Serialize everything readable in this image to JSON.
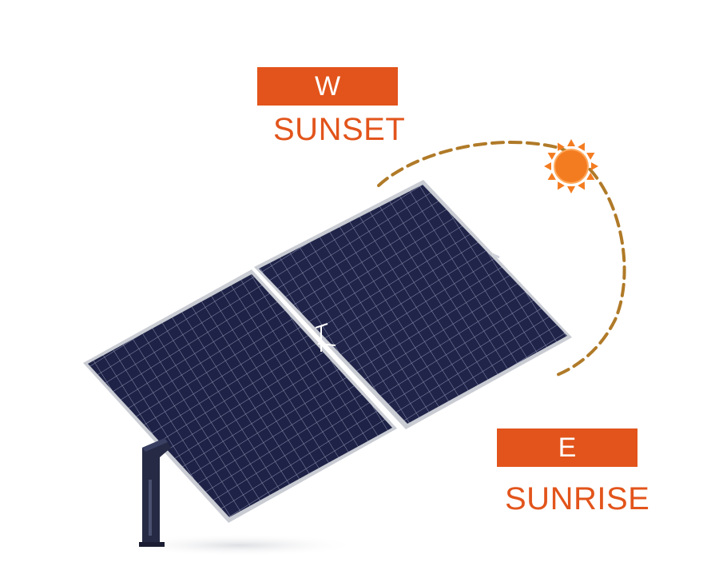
{
  "colors": {
    "accent": "#E2541B",
    "sun": "#F47C20",
    "arc": "#B07A28",
    "panel": "#1E2246",
    "panel_frame": "#C9CCD3",
    "post": "#262A44"
  },
  "west": {
    "letter": "W",
    "caption": "SUNSET"
  },
  "east": {
    "letter": "E",
    "caption": "SUNRISE"
  },
  "icons": [
    "sun-icon",
    "solar-panel",
    "tracker-post"
  ]
}
